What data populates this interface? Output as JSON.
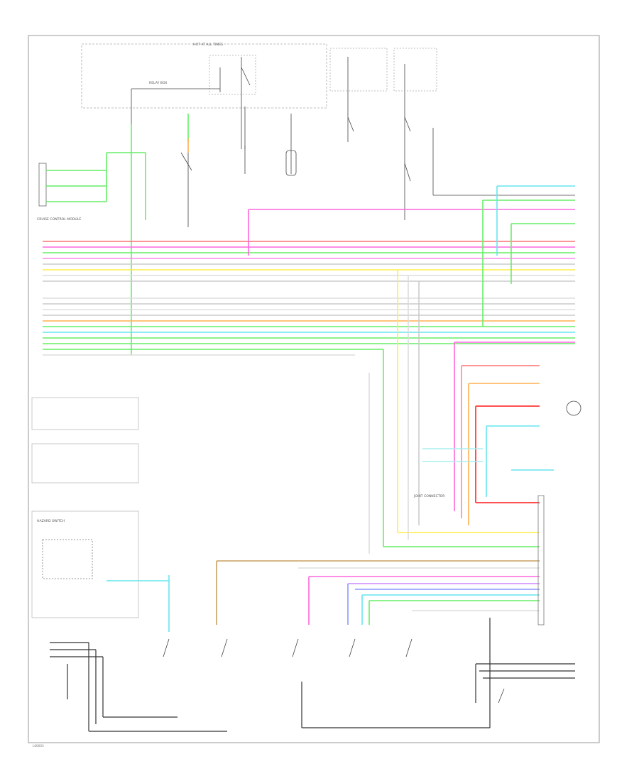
{
  "diagram": {
    "labels": {
      "fuse_panel": "HOT AT ALL TIMES",
      "module_left": "CRUISE CONTROL MODULE",
      "relay_box": "RELAY BOX",
      "connector_a": "JOINT CONNECTOR",
      "hazard_switch": "HAZARD SWITCH",
      "page_code": "L00003"
    },
    "colors": {
      "pink": "#ff66dd",
      "red": "#ff7070",
      "green": "#66ee66",
      "yellow": "#ffee44",
      "cyan": "#66e6ee",
      "orange": "#ffb050",
      "gray": "#bbbbbb",
      "tan": "#c8a060",
      "blue": "#8899ff",
      "violet": "#cc88ff",
      "dark": "#222222"
    }
  }
}
